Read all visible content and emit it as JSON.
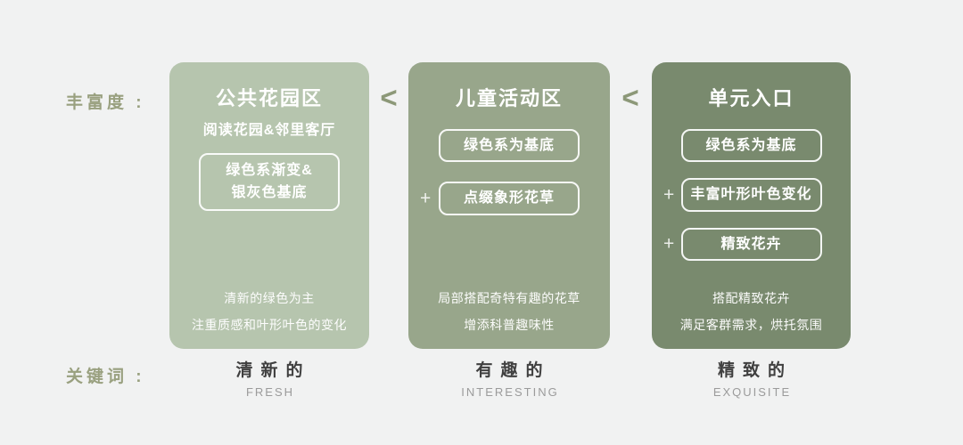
{
  "page": {
    "background_color": "#f1f2f2",
    "label_color": "#99a07f",
    "separator_color": "#8c9878",
    "keyword_cn_color": "#404040",
    "keyword_en_color": "#9b9b9b"
  },
  "labels": {
    "richness": "丰富度 :",
    "keyword": "关键词 :"
  },
  "separators": {
    "symbol": "<"
  },
  "plus_symbol": "+",
  "cards": [
    {
      "title": "公共花园区",
      "subtitle": "阅读花园&邻里客厅",
      "color": "#b6c5ae",
      "boxes": [
        {
          "text": "绿色系渐变&\n银灰色基底",
          "plus": false
        }
      ],
      "description": "清新的绿色为主\n注重质感和叶形叶色的变化",
      "keyword_cn": "清新的",
      "keyword_en": "FRESH"
    },
    {
      "title": "儿童活动区",
      "color": "#98a68b",
      "boxes": [
        {
          "text": "绿色系为基底",
          "plus": false
        },
        {
          "text": "点缀象形花草",
          "plus": true
        }
      ],
      "description": "局部搭配奇特有趣的花草\n增添科普趣味性",
      "keyword_cn": "有趣的",
      "keyword_en": "INTERESTING"
    },
    {
      "title": "单元入口",
      "color": "#798a6e",
      "boxes": [
        {
          "text": "绿色系为基底",
          "plus": false
        },
        {
          "text": "丰富叶形叶色变化",
          "plus": true
        },
        {
          "text": "精致花卉",
          "plus": true
        }
      ],
      "description": "搭配精致花卉\n满足客群需求，烘托氛围",
      "keyword_cn": "精致的",
      "keyword_en": "EXQUISITE"
    }
  ]
}
